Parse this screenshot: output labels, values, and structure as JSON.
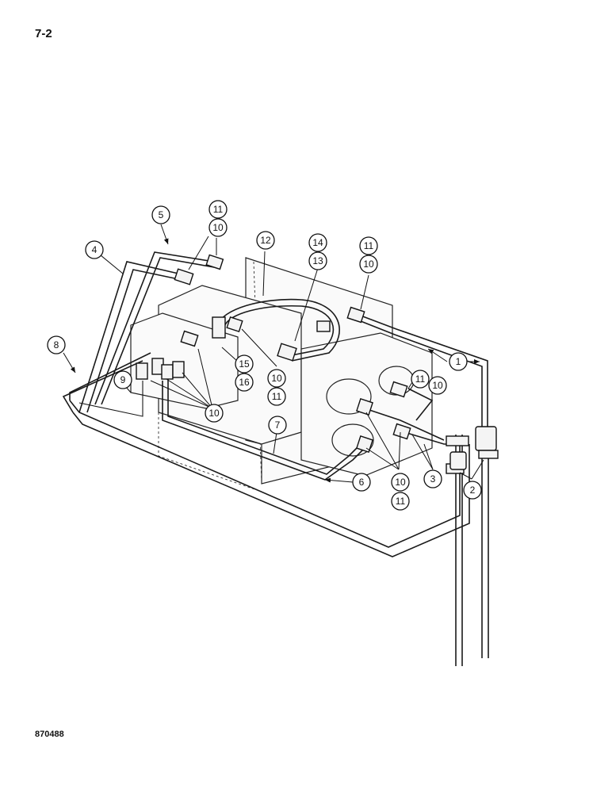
{
  "page_label": "7-2",
  "figure_id": "870488",
  "callouts": [
    "1",
    "2",
    "3",
    "4",
    "5",
    "6",
    "7",
    "8",
    "9",
    "10",
    "11",
    "12",
    "13",
    "14",
    "15",
    "16"
  ]
}
